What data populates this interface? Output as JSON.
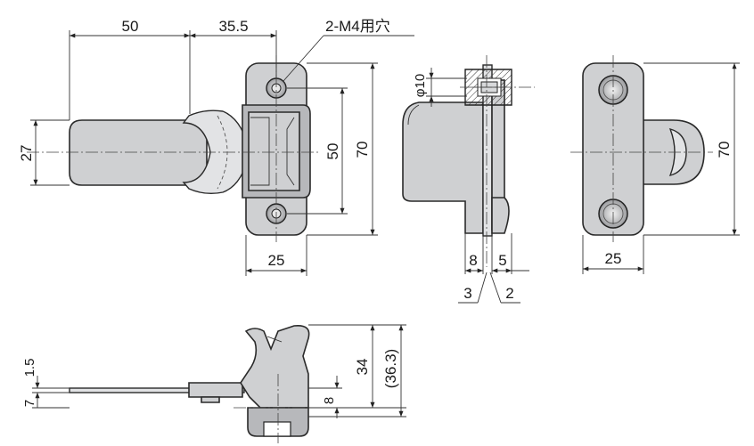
{
  "dimensions": {
    "front_width_left": "50",
    "front_width_right": "35.5",
    "hole_note": "2-M4用穴",
    "tongue_height": "27",
    "hole_pitch": "50",
    "base_height": "70",
    "base_width": "25",
    "pin_diameter": "φ10",
    "side_dim_a": "8",
    "side_dim_b": "5",
    "side_dim_c": "3",
    "side_dim_d": "2",
    "right_height": "70",
    "right_width": "25",
    "bottom_dim_a": "1.5",
    "bottom_dim_b": "7",
    "bottom_dim_c": "34",
    "bottom_dim_d": "(36.3)",
    "bottom_dim_e": "8"
  }
}
